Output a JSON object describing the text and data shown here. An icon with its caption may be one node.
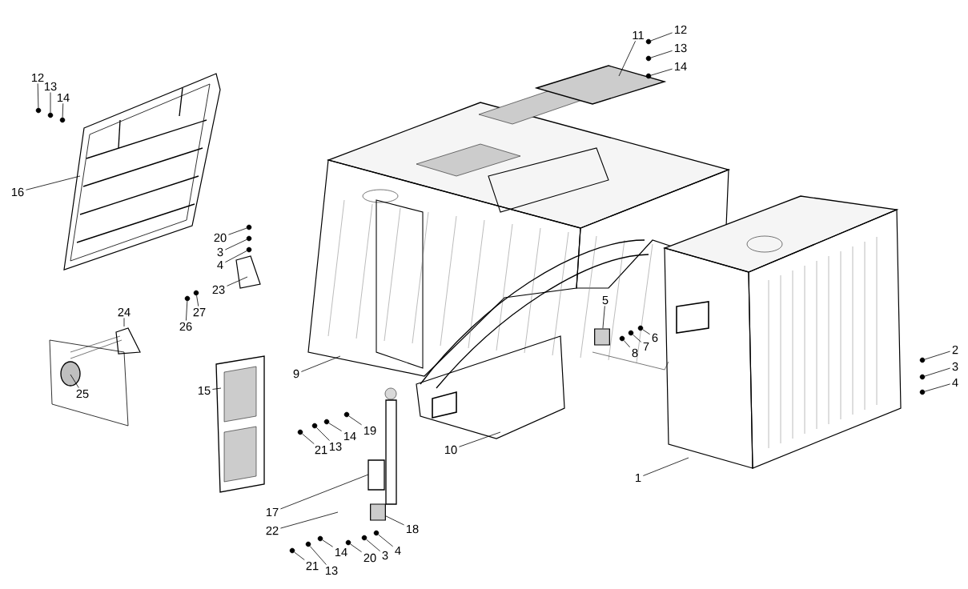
{
  "diagram": {
    "nodes": [
      {
        "text": [
          "12"
        ]
      },
      {
        "text": [
          "13"
        ]
      },
      {
        "text": [
          "14"
        ]
      },
      {
        "text": [
          "16"
        ]
      },
      {
        "text": [
          "11"
        ]
      },
      {
        "text": [
          "12"
        ]
      },
      {
        "text": [
          "13"
        ]
      },
      {
        "text": [
          "14"
        ]
      },
      {
        "text": [
          "20"
        ]
      },
      {
        "text": [
          "3"
        ]
      },
      {
        "text": [
          "4"
        ]
      },
      {
        "text": [
          "23"
        ]
      },
      {
        "text": [
          "26"
        ]
      },
      {
        "text": [
          "27"
        ]
      },
      {
        "text": [
          "24"
        ]
      },
      {
        "text": [
          "25"
        ]
      },
      {
        "text": [
          "9"
        ]
      },
      {
        "text": [
          "15"
        ]
      },
      {
        "text": [
          "5"
        ]
      },
      {
        "text": [
          "6"
        ]
      },
      {
        "text": [
          "7"
        ]
      },
      {
        "text": [
          "8"
        ]
      },
      {
        "text": [
          "2"
        ]
      },
      {
        "text": [
          "3"
        ]
      },
      {
        "text": [
          "4"
        ]
      },
      {
        "text": [
          "19"
        ]
      },
      {
        "text": [
          "14"
        ]
      },
      {
        "text": [
          "13"
        ]
      },
      {
        "text": [
          "21"
        ]
      },
      {
        "text": [
          "10"
        ]
      },
      {
        "text": [
          "1"
        ]
      },
      {
        "text": [
          "17"
        ]
      },
      {
        "text": [
          "22"
        ]
      },
      {
        "text": [
          "18"
        ]
      },
      {
        "text": [
          "20"
        ]
      },
      {
        "text": [
          "3"
        ]
      },
      {
        "text": [
          "4"
        ]
      },
      {
        "text": [
          "14"
        ]
      },
      {
        "text": [
          "21"
        ]
      },
      {
        "text": [
          "13"
        ]
      },
      {
        "text": [],
        "shape": "circle"
      },
      {
        "text": [],
        "shape": "circle"
      },
      {
        "text": [],
        "shape": "circle"
      },
      {
        "text": [],
        "shape": "circle"
      },
      {
        "text": [],
        "shape": "circle"
      },
      {
        "text": [],
        "shape": "circle"
      },
      {
        "text": [],
        "shape": "circle"
      },
      {
        "text": [],
        "shape": "circle"
      },
      {
        "text": [],
        "shape": "circle"
      },
      {
        "text": [],
        "shape": "circle"
      },
      {
        "text": [],
        "shape": "circle"
      },
      {
        "text": [],
        "shape": "circle"
      },
      {
        "text": [],
        "shape": "circle"
      },
      {
        "text": [],
        "shape": "circle"
      },
      {
        "text": [],
        "shape": "circle"
      },
      {
        "text": [],
        "shape": "circle"
      },
      {
        "text": [],
        "shape": "circle"
      },
      {
        "text": [],
        "shape": "circle"
      },
      {
        "text": [],
        "shape": "circle"
      },
      {
        "text": [],
        "shape": "circle"
      },
      {
        "text": [],
        "shape": "circle"
      },
      {
        "text": [],
        "shape": "circle"
      },
      {
        "text": [],
        "shape": "circle"
      },
      {
        "text": [],
        "shape": "circle"
      },
      {
        "text": [],
        "shape": "circle"
      },
      {
        "text": [],
        "shape": "circle"
      },
      {
        "text": [],
        "shape": "circle"
      },
      {
        "text": [],
        "shape": "box"
      },
      {
        "text": [],
        "shape": "box"
      }
    ],
    "edges": [
      {
        "from": 0,
        "to": 40,
        "arrow": "none"
      },
      {
        "from": 1,
        "to": 41,
        "arrow": "none"
      },
      {
        "from": 2,
        "to": 42,
        "arrow": "none"
      },
      {
        "from": 3,
        "to": null,
        "arrow": "none"
      },
      {
        "from": 4,
        "to": null,
        "arrow": "none"
      },
      {
        "from": 5,
        "to": 43,
        "arrow": "none"
      },
      {
        "from": 6,
        "to": 44,
        "arrow": "none"
      },
      {
        "from": 7,
        "to": 45,
        "arrow": "none"
      },
      {
        "from": 8,
        "to": 46,
        "arrow": "none"
      },
      {
        "from": 9,
        "to": 47,
        "arrow": "none"
      },
      {
        "from": 10,
        "to": 48,
        "arrow": "none"
      },
      {
        "from": 11,
        "to": null,
        "arrow": "none"
      },
      {
        "from": 12,
        "to": 49,
        "arrow": "none"
      },
      {
        "from": 13,
        "to": 50,
        "arrow": "none"
      },
      {
        "from": 14,
        "to": null,
        "arrow": "none"
      },
      {
        "from": 15,
        "to": null,
        "arrow": "none"
      },
      {
        "from": 16,
        "to": null,
        "arrow": "none"
      },
      {
        "from": 17,
        "to": null,
        "arrow": "none"
      },
      {
        "from": 18,
        "to": 67,
        "arrow": "none"
      },
      {
        "from": 19,
        "to": 51,
        "arrow": "none"
      },
      {
        "from": 20,
        "to": 52,
        "arrow": "none"
      },
      {
        "from": 21,
        "to": 53,
        "arrow": "none"
      },
      {
        "from": 22,
        "to": 54,
        "arrow": "none"
      },
      {
        "from": 23,
        "to": 55,
        "arrow": "none"
      },
      {
        "from": 24,
        "to": 56,
        "arrow": "none"
      },
      {
        "from": 25,
        "to": 57,
        "arrow": "none"
      },
      {
        "from": 26,
        "to": 58,
        "arrow": "none"
      },
      {
        "from": 27,
        "to": 59,
        "arrow": "none"
      },
      {
        "from": 28,
        "to": 60,
        "arrow": "none"
      },
      {
        "from": 29,
        "to": null,
        "arrow": "none"
      },
      {
        "from": 30,
        "to": null,
        "arrow": "none"
      },
      {
        "from": 31,
        "to": null,
        "arrow": "none"
      },
      {
        "from": 32,
        "to": null,
        "arrow": "none"
      },
      {
        "from": 33,
        "to": 68,
        "arrow": "none"
      },
      {
        "from": 34,
        "to": 61,
        "arrow": "none"
      },
      {
        "from": 35,
        "to": 62,
        "arrow": "none"
      },
      {
        "from": 36,
        "to": 63,
        "arrow": "none"
      },
      {
        "from": 37,
        "to": 64,
        "arrow": "none"
      },
      {
        "from": 38,
        "to": 65,
        "arrow": "none"
      },
      {
        "from": 39,
        "to": 66,
        "arrow": "none"
      }
    ]
  }
}
